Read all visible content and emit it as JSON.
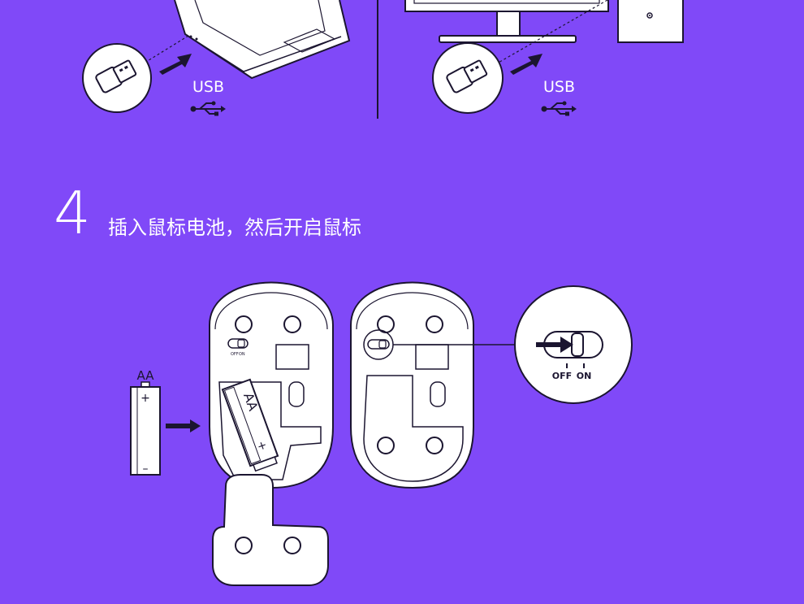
{
  "colors": {
    "background": "#8049f8",
    "line": "#1b1530",
    "white": "#ffffff",
    "arrow": "#1b1530"
  },
  "receiver_panel": {
    "usb_label_left": "USB",
    "usb_label_right": "USB"
  },
  "step": {
    "number": "4",
    "title": "插入鼠标电池，然后开启鼠标"
  },
  "battery": {
    "label": "AA",
    "plus": "+",
    "minus": "–",
    "inserted_label": "AA",
    "inserted_plus": "+"
  },
  "switch": {
    "off_label": "OFF",
    "on_label": "ON",
    "small_off_label": "OFF",
    "small_on_label": "ON"
  },
  "icons": [
    "usb-icon",
    "arrow-right-icon",
    "switch-icon"
  ]
}
